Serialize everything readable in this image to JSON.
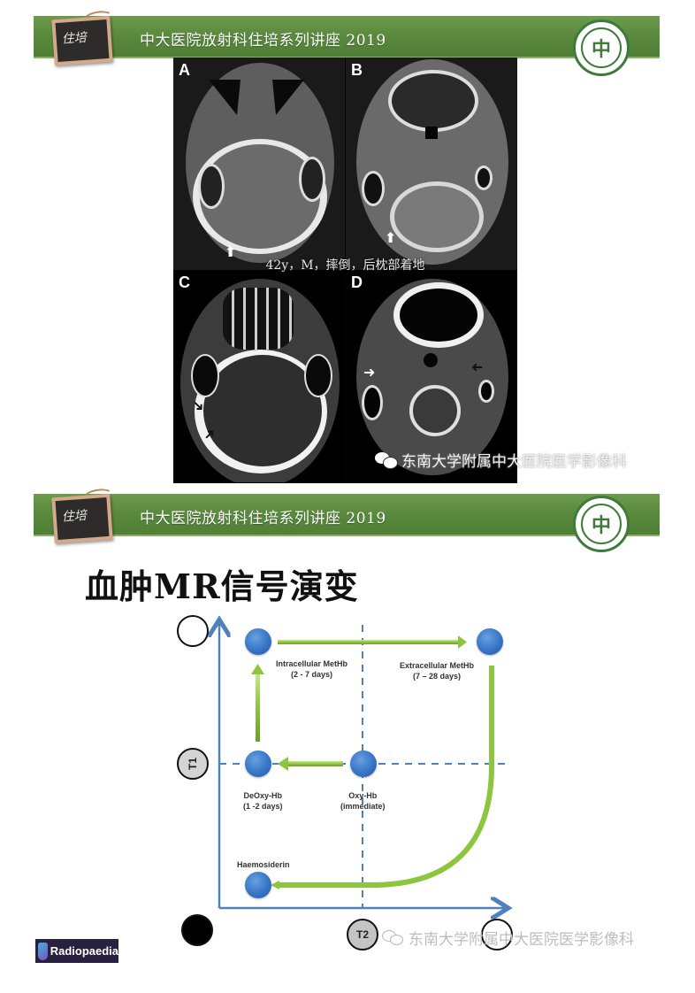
{
  "slides": [
    {
      "banner": {
        "chalkboard_text": "住培",
        "title": "中大医院放射科住培系列讲座 2019",
        "seal_glyph": "中"
      },
      "ct_figure": {
        "panels": [
          {
            "label": "A",
            "arrows": [
              "white-up-arrow"
            ]
          },
          {
            "label": "B",
            "arrows": [
              "white-up-arrow"
            ]
          },
          {
            "label": "C",
            "arrows": [
              "black-arrow",
              "black-arrow"
            ]
          },
          {
            "label": "D",
            "arrows": [
              "white-right-arrow",
              "black-left-arrow"
            ]
          }
        ],
        "caption": "42y，M，摔倒，后枕部着地"
      },
      "watermark": {
        "icon": "wechat-icon",
        "text": "东南大学附属中大医院医学影像科"
      }
    },
    {
      "banner": {
        "chalkboard_text": "住培",
        "title": "中大医院放射科住培系列讲座 2019",
        "seal_glyph": "中"
      },
      "title": "血肿MR信号演变",
      "diagram": {
        "y_axis_label": "T1",
        "x_axis_label": "T2",
        "stages": [
          {
            "name": "Intracellular MetHb",
            "time": "(2 - 7 days)"
          },
          {
            "name": "Extracellular MetHb",
            "time": "(7 – 28 days)"
          },
          {
            "name": "DeOxy-Hb",
            "time": "(1 -2 days)"
          },
          {
            "name": "Oxy-Hb",
            "time": "(immediate)"
          },
          {
            "name": "Haemosiderin",
            "time": ""
          }
        ]
      },
      "source_badge": {
        "text": "Radiopaedia",
        "icon": "radiopaedia-logo-icon"
      },
      "watermark": {
        "icon": "wechat-icon",
        "text": "东南大学附属中大医院医学影像科"
      }
    }
  ],
  "colors": {
    "banner_green": "#5a8a3e",
    "dot_blue": "#3a78c8",
    "axis_blue": "#4f81bd",
    "arrow_green": "#8cc63f",
    "badge_bg": "#28203f"
  }
}
